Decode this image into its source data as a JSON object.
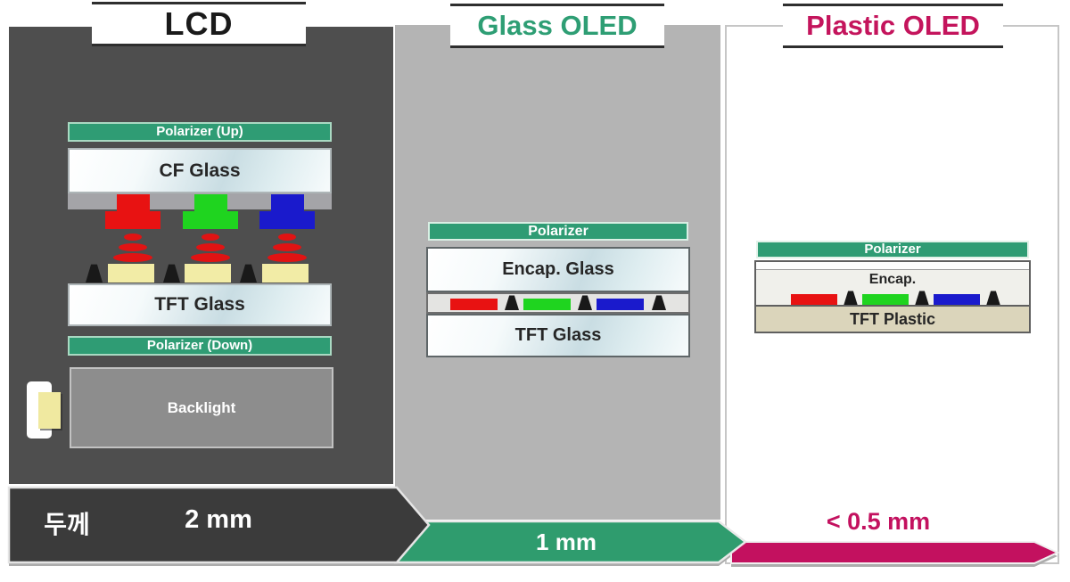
{
  "diagram": {
    "panels": [
      {
        "id": "lcd",
        "title": "LCD",
        "layers": {
          "polarizer_up": "Polarizer (Up)",
          "cf_glass": "CF Glass",
          "tft_glass": "TFT Glass",
          "polarizer_down": "Polarizer (Down)",
          "backlight": "Backlight"
        },
        "thickness": "2 mm"
      },
      {
        "id": "glass-oled",
        "title": "Glass OLED",
        "layers": {
          "polarizer": "Polarizer",
          "encap_glass": "Encap. Glass",
          "tft_glass": "TFT Glass"
        },
        "thickness": "1 mm"
      },
      {
        "id": "plastic-oled",
        "title": "Plastic OLED",
        "layers": {
          "polarizer": "Polarizer",
          "encap": "Encap.",
          "tft_plastic": "TFT Plastic"
        },
        "thickness": "< 0.5 mm"
      }
    ],
    "footer": {
      "thickness_label": "두께"
    },
    "colors": {
      "lcd_panel": "#4E4E4E",
      "glass_oled_panel": "#B4B4B4",
      "plastic_oled_panel": "#FFFFFF",
      "polarizer_green": "#2F9C74",
      "band_dark": "#3B3B3B",
      "band_green": "#2F9C6E",
      "band_magenta": "#C3115F",
      "lcd_title_color": "#1A1A1A",
      "glass_oled_title_color": "#2E9E74",
      "plastic_oled_title_color": "#C4145C",
      "subpixel_red": "#E81212",
      "subpixel_green": "#1FD41F",
      "subpixel_blue": "#1A1ACC",
      "electrode_yellow": "#F2ECA6",
      "tft_plastic_tan": "#DBD5BB",
      "backlight_gray": "#8D8D8D"
    }
  }
}
